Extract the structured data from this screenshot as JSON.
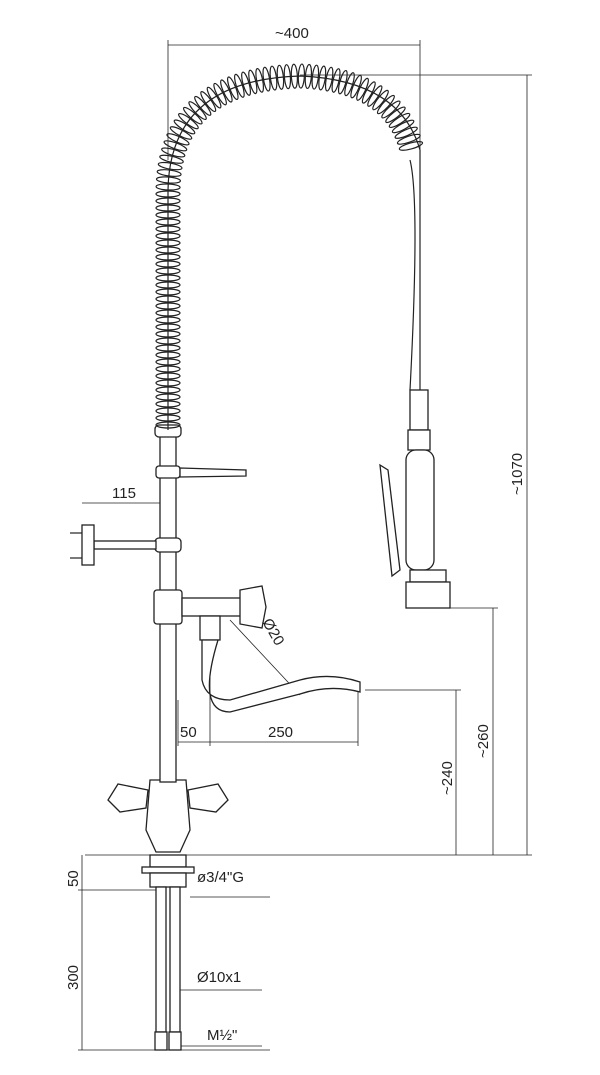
{
  "dimensions": {
    "width_reach": "~400",
    "total_height": "~1070",
    "wall_bracket": "115",
    "spout_diameter": "Ø20",
    "spout_offset": "50",
    "spout_reach": "250",
    "spout_height": "~240",
    "spray_height": "~260",
    "base_thickness": "50",
    "hose_length": "300",
    "thread": "ø3/4\"G",
    "hose_diameter": "Ø10x1",
    "connector": "M½\""
  }
}
